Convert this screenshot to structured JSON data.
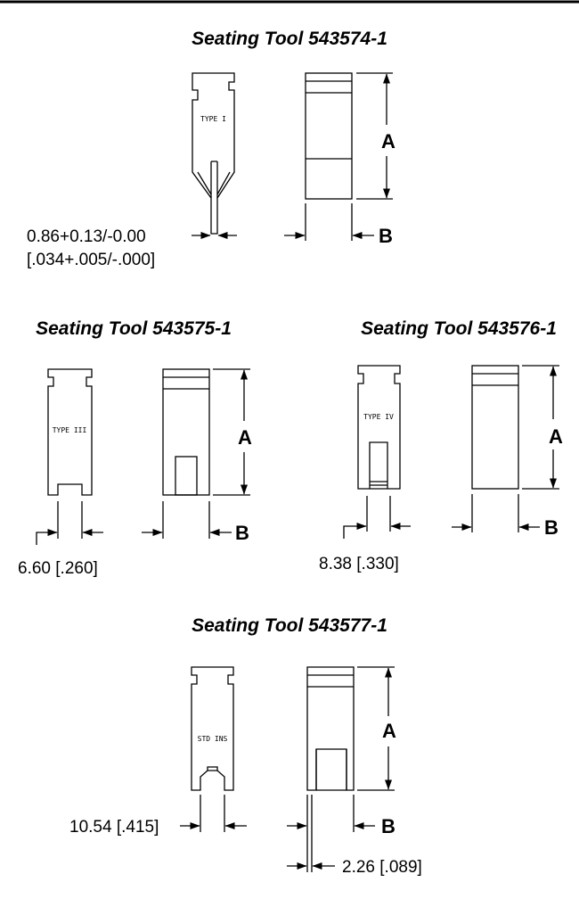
{
  "tools": [
    {
      "title": "Seating Tool 543574-1",
      "type_label": "TYPE I",
      "width_dimension": [
        "0.86+0.13/-0.00",
        "[.034+.005/-.000]"
      ],
      "height_letter": "A",
      "depth_letter": "B"
    },
    {
      "title": "Seating Tool 543575-1",
      "type_label": "TYPE III",
      "width_dimension": [
        "6.60 [.260]"
      ],
      "height_letter": "A",
      "depth_letter": "B"
    },
    {
      "title": "Seating Tool 543576-1",
      "type_label": "TYPE IV",
      "width_dimension": [
        "8.38 [.330]"
      ],
      "height_letter": "A",
      "depth_letter": "B"
    },
    {
      "title": "Seating Tool 543577-1",
      "type_label": "STD INS",
      "width_dimension": [
        "10.54 [.415]"
      ],
      "slot_dimension": "2.26 [.089]",
      "height_letter": "A",
      "depth_letter": "B"
    }
  ]
}
